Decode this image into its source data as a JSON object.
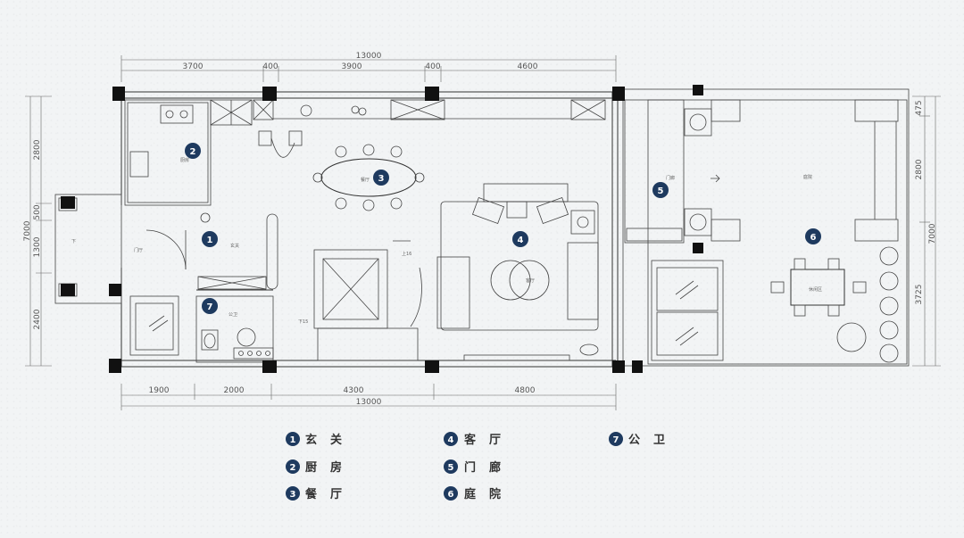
{
  "plan": {
    "dims_top": {
      "total": "13000",
      "segments": [
        "3700",
        "400",
        "3900",
        "400",
        "4600"
      ]
    },
    "dims_bottom": {
      "total": "13000",
      "segments": [
        "1900",
        "2000",
        "4300",
        "4800"
      ]
    },
    "dims_left": {
      "total": "7000",
      "segments": [
        "2800",
        "500",
        "1300",
        "2400"
      ]
    },
    "dims_right": {
      "total": "7000",
      "segments": [
        "475",
        "2800",
        "3725"
      ]
    },
    "room_labels": {
      "kitchen": "厨房",
      "entry": "玄关",
      "dining": "餐厅",
      "living": "客厅",
      "corridor": "门廊",
      "courtyard": "庭院",
      "leisure": "休闲区",
      "toilet": "公卫",
      "door_hall": "门厅",
      "down1": "下",
      "up": "上16",
      "down2": "下15"
    },
    "badge_color": "#1e3a5f"
  },
  "legend": {
    "items": [
      {
        "num": "1",
        "label": "玄关"
      },
      {
        "num": "2",
        "label": "厨房"
      },
      {
        "num": "3",
        "label": "餐厅"
      },
      {
        "num": "4",
        "label": "客厅"
      },
      {
        "num": "5",
        "label": "门廊"
      },
      {
        "num": "6",
        "label": "庭院"
      },
      {
        "num": "7",
        "label": "公卫"
      }
    ]
  }
}
